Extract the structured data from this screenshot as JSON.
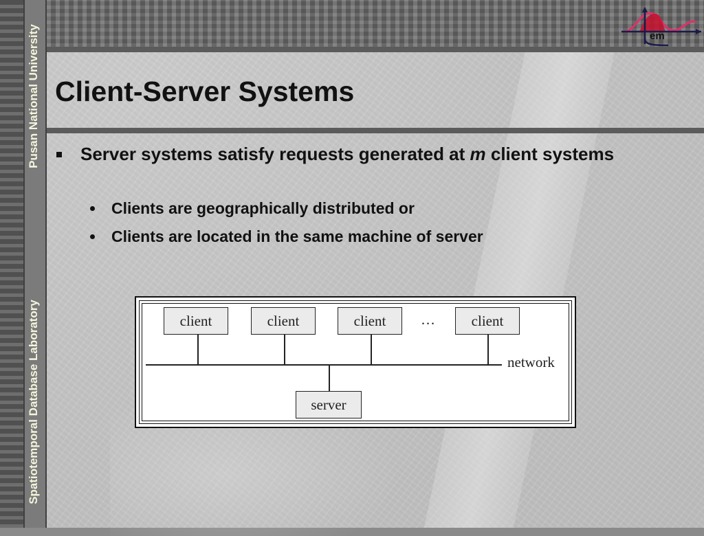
{
  "sidebar": {
    "top_label": "Pusan National University",
    "bottom_label": "Spatiotemporal Database Laboratory"
  },
  "logo": {
    "text": "em"
  },
  "slide": {
    "title": "Client-Server Systems",
    "bullet1_pre": "Server systems satisfy requests generated at ",
    "bullet1_em": "m",
    "bullet1_post": " client systems",
    "subbullets": [
      "Clients are geographically distributed or",
      "Clients are located in the same machine of server"
    ]
  },
  "diagram": {
    "clients": [
      "client",
      "client",
      "client",
      "client"
    ],
    "ellipsis": "…",
    "network_label": "network",
    "server_label": "server"
  },
  "colors": {
    "logo_red": "#c8102e",
    "logo_pink": "#e0306a",
    "logo_navy": "#1a1a4a",
    "sidebar_text": "#f5f5dc"
  }
}
